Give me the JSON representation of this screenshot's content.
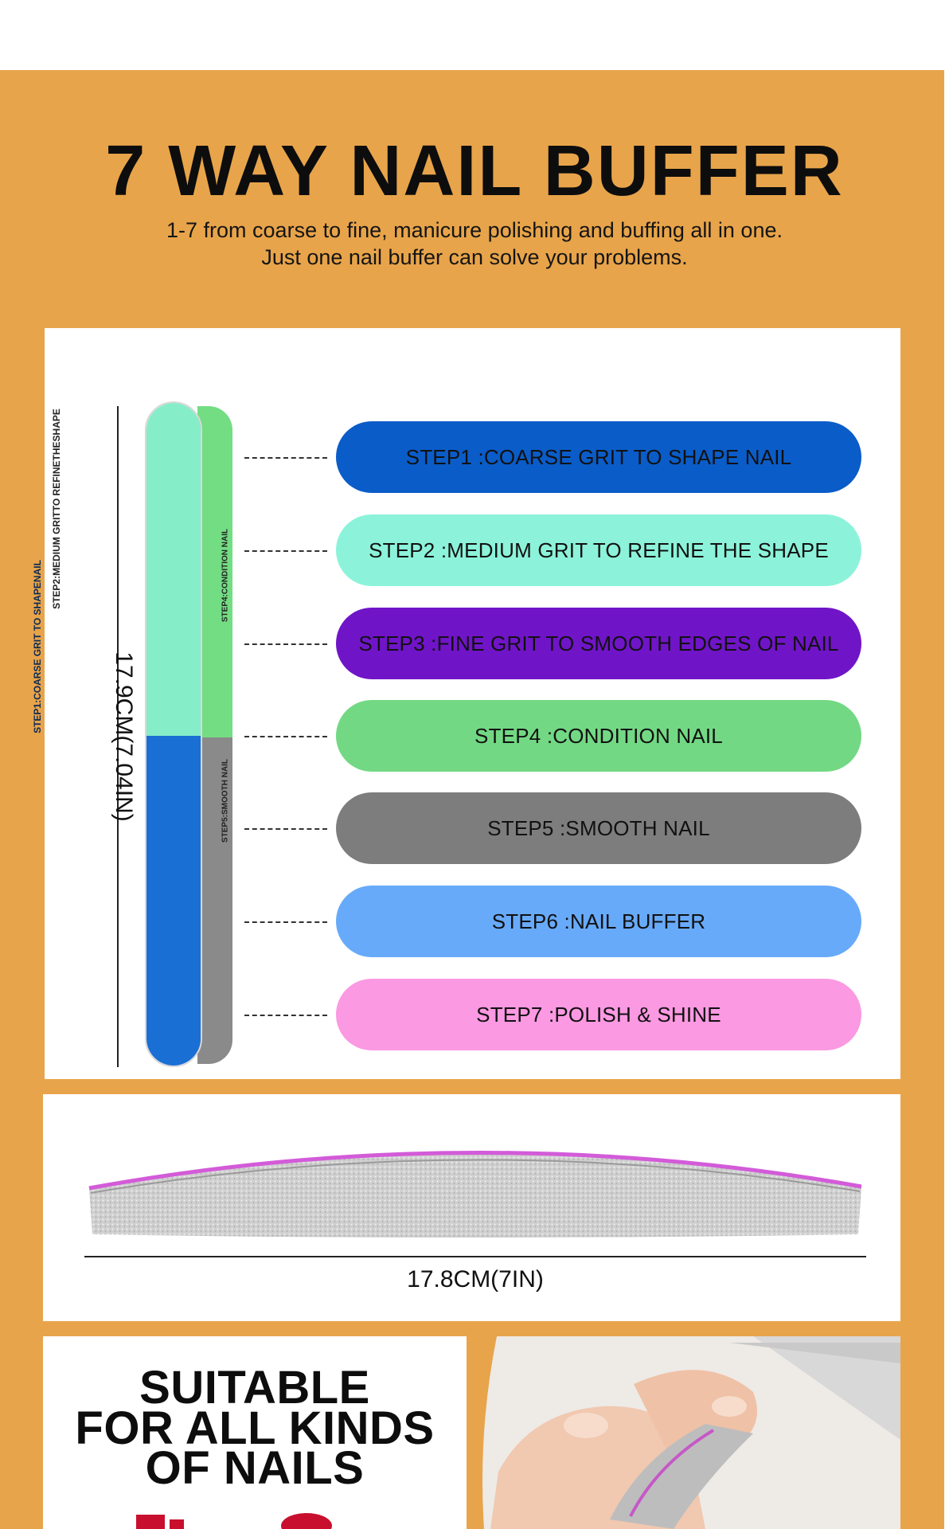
{
  "header": {
    "title": "7 WAY NAIL BUFFER",
    "subtitle_line1": "1-7 from coarse to fine, manicure polishing and buffing all in one.",
    "subtitle_line2": "Just one nail buffer can solve your problems."
  },
  "buffer_diagram": {
    "length_label": "17.9CM(7.04IN)",
    "side_labels": {
      "step1": "STEP1:COARSE GRIT TO SHAPENAIL",
      "step2": "STEP2:MEDIUM GRITTO REFINETHESHAPE",
      "step4": "STEP4:CONDITION NAIL",
      "step5": "STEP5:SMOOTH NAIL"
    },
    "steps": [
      {
        "label": "STEP1 :COARSE GRIT TO SHAPE NAIL",
        "color": "#0A5CC8"
      },
      {
        "label": "STEP2 :MEDIUM GRIT TO REFINE THE SHAPE",
        "color": "#8CF3DA"
      },
      {
        "label": "STEP3 :FINE GRIT TO SMOOTH EDGES OF NAIL",
        "color": "#7014C8"
      },
      {
        "label": "STEP4 :CONDITION NAIL",
        "color": "#73D884"
      },
      {
        "label": "STEP5 :SMOOTH NAIL",
        "color": "#7D7D7D"
      },
      {
        "label": "STEP6 :NAIL BUFFER",
        "color": "#68AAFA"
      },
      {
        "label": "STEP7 :POLISH & SHINE",
        "color": "#FB99E2"
      }
    ]
  },
  "board": {
    "length_label": "17.8CM(7IN)"
  },
  "suitable": {
    "line1": "SUITABLE",
    "line2": "FOR ALL KINDS",
    "line3": "OF NAILS"
  },
  "colors": {
    "background": "#E8A44A",
    "panel": "#FFFFFF"
  }
}
